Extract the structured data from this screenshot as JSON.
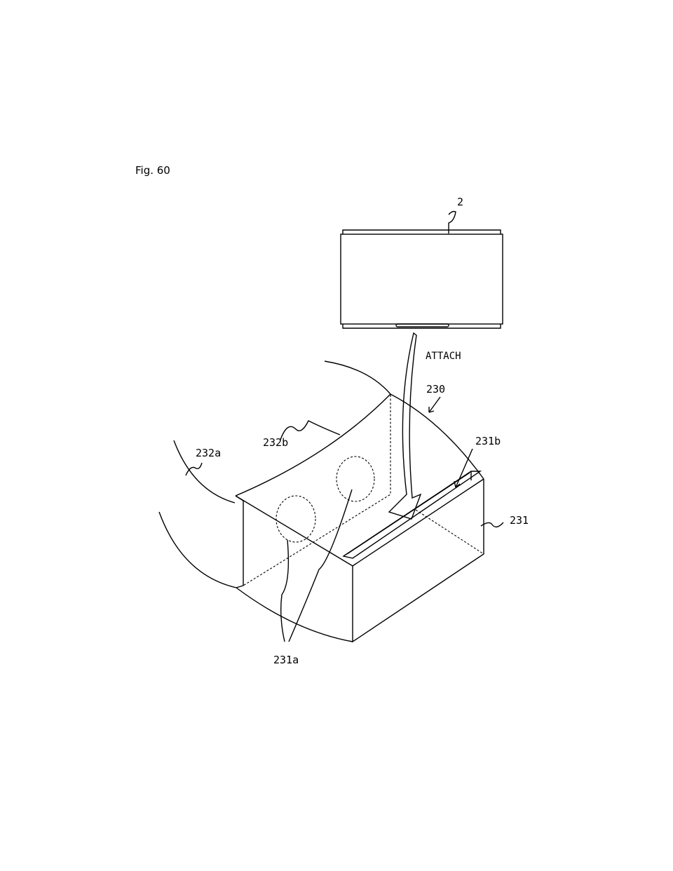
{
  "figure_label": "Fig. 60",
  "labels": {
    "device": "2",
    "attach": "ATTACH",
    "goggles": "230",
    "slot": "231b",
    "band_top": "232b",
    "band_side": "232a",
    "housing": "231",
    "lenses": "231a"
  }
}
